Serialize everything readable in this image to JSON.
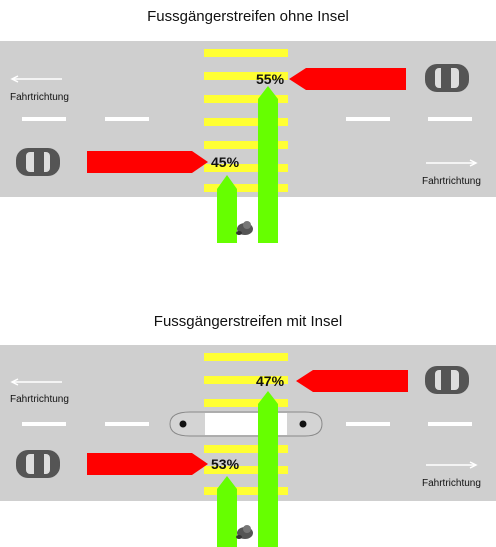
{
  "panel1": {
    "title": "Fussgängerstreifen ohne Insel",
    "direction_left": "Fahrtrichtung",
    "direction_right": "Fahrtrichtung",
    "pct_top": "55%",
    "pct_bottom": "45%"
  },
  "panel2": {
    "title": "Fussgängerstreifen mit Insel",
    "direction_left": "Fahrtrichtung",
    "direction_right": "Fahrtrichtung",
    "pct_top": "47%",
    "pct_bottom": "53%"
  },
  "colors": {
    "road": "#cfcfcf",
    "crosswalk": "#ffff33",
    "traffic_arrow": "#ff0000",
    "pedestrian_arrow": "#66ff00",
    "car": "#555555",
    "island": "#d4d4d4"
  }
}
